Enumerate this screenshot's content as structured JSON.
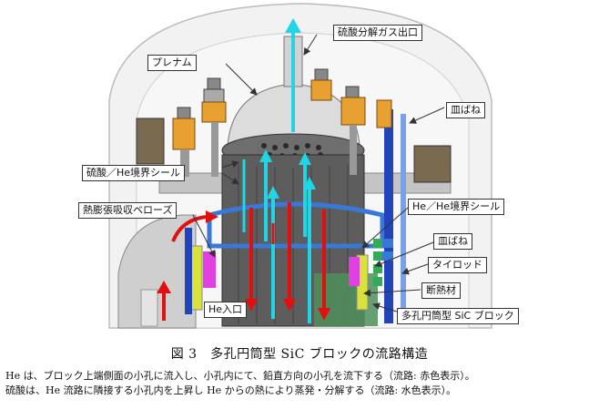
{
  "labels": {
    "gas_outlet": "硫酸分解ガス出口",
    "plenum": "プレナム",
    "dish_spring_top": "皿ばね",
    "acid_he_seal": "硫酸／He境界シール",
    "bellows": "熱膨張吸収ベローズ",
    "he_he_seal": "He／He境界シール",
    "dish_spring_mid": "皿ばね",
    "tie_rod": "タイロッド",
    "insulation": "断熱材",
    "he_inlet": "He入口",
    "sic_block": "多孔円筒型 SiC ブロック"
  },
  "caption": {
    "title": "図 3　多孔円筒型 SiC ブロックの流路構造",
    "line1": "He は、ブロック上端側面の小孔に流入し、小孔内にて、鉛直方向の小孔を流下する（流路: 赤色表示）。",
    "line2": "硫酸は、He 流路に隣接する小孔内を上昇し He からの熱により蒸発・分解する（流路: 水色表示）。"
  },
  "colors": {
    "he_flow": "#e01010",
    "acid_flow": "#22d4e4",
    "insulation": "#d8e23a",
    "tie_rod": "#2244bb",
    "spring": "#e8a030",
    "bellows": "#e040e0"
  }
}
